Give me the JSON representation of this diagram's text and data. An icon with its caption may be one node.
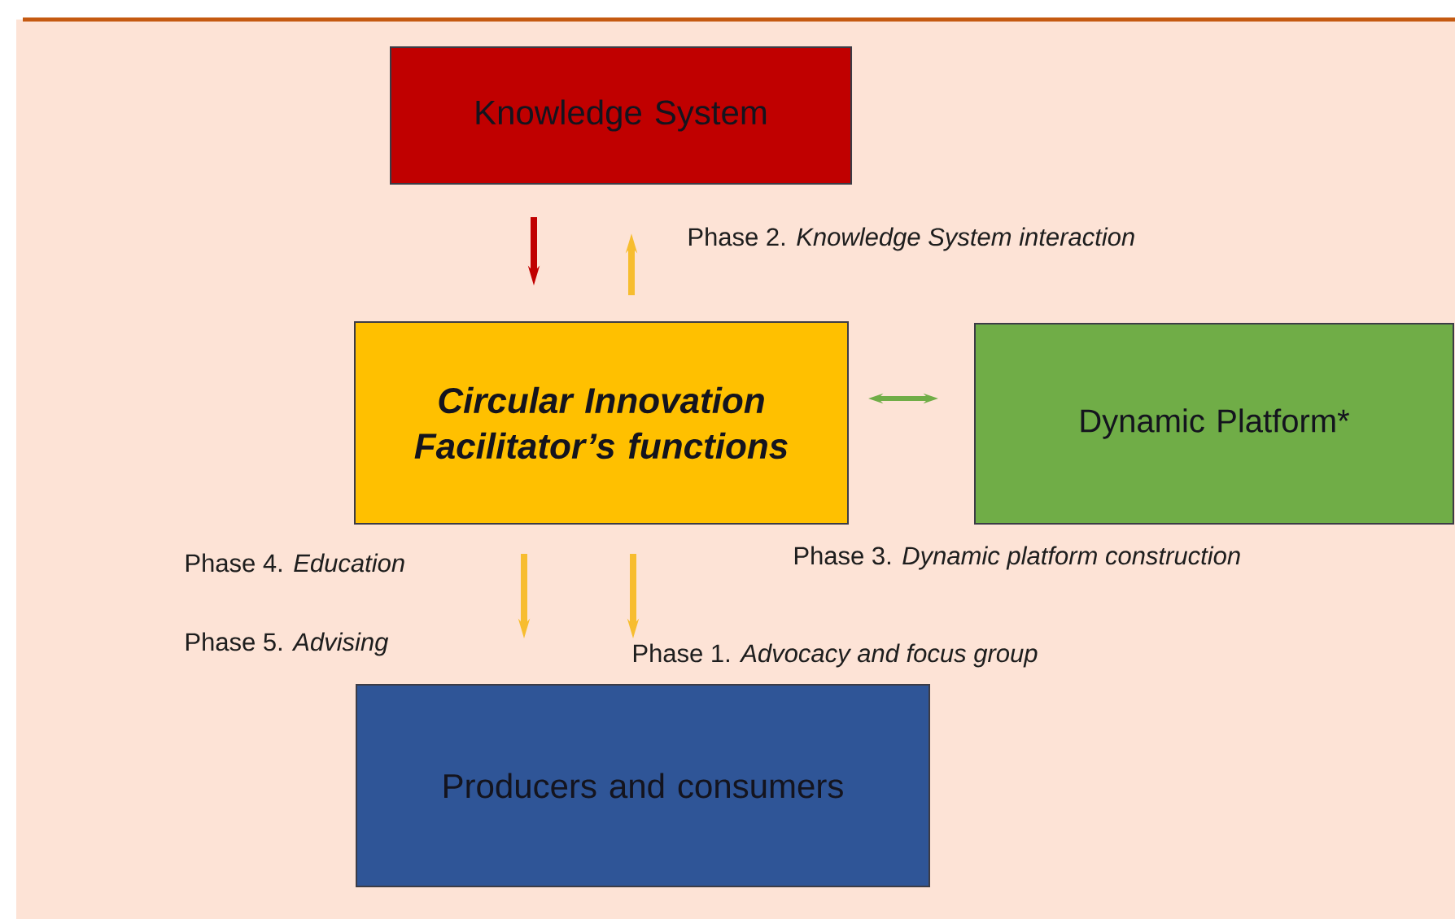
{
  "diagram": {
    "nodes": [
      {
        "text": [
          "Knowledge System"
        ]
      },
      {
        "text": [
          "Circular Innovation Facilitator’s functions"
        ]
      },
      {
        "text": [
          "Dynamic Platform*"
        ]
      },
      {
        "text": [
          "Producers and consumers"
        ]
      }
    ],
    "edges": [
      {
        "from": 0,
        "to": 1,
        "arrow": "to",
        "color": "#c00000"
      },
      {
        "from": 1,
        "to": 0,
        "arrow": "to"
      },
      {
        "from": 1,
        "to": 2,
        "arrow": "both",
        "color": "#70ad47"
      },
      {
        "from": 1,
        "to": 3,
        "arrow": "to"
      },
      {
        "from": 1,
        "to": 3,
        "arrow": "to"
      }
    ],
    "labels": [
      "Phase 2. *Knowledge System interaction*",
      "Phase 4. *Education*",
      "Phase 3. *Dynamic platform construction*",
      "Phase 5. *Advising*",
      "Phase 1. *Advocacy and focus group*"
    ]
  }
}
